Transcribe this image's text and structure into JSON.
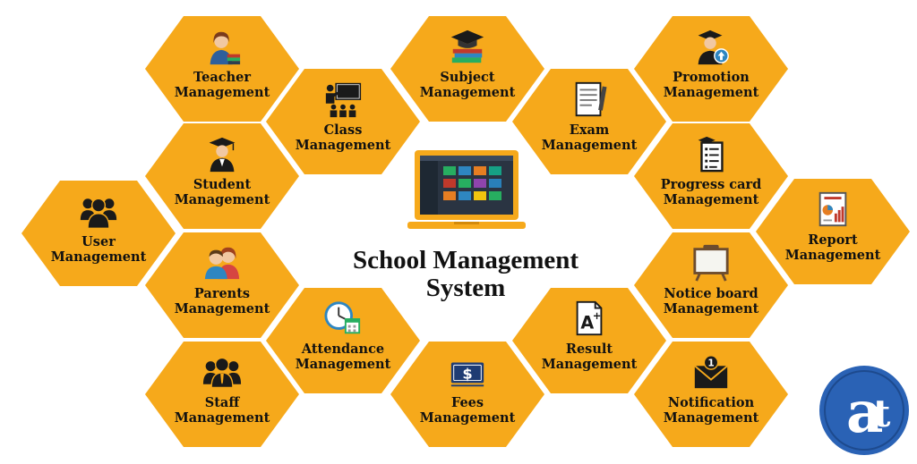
{
  "title": {
    "line1": "School Management",
    "line2": "System"
  },
  "laptop_icon": "laptop-dashboard-icon",
  "logo_icon": "at-logo-icon",
  "colors": {
    "hex_fill": "#f6a91b",
    "text": "#111111",
    "icon_dark": "#1a1a1a",
    "logo_blue": "#2a62b5"
  },
  "modules": [
    {
      "id": "teacher",
      "line1": "Teacher",
      "line2": "Management",
      "icon": "teacher-icon"
    },
    {
      "id": "class",
      "line1": "Class",
      "line2": "Management",
      "icon": "classroom-icon"
    },
    {
      "id": "subject",
      "line1": "Subject",
      "line2": "Management",
      "icon": "books-graduation-cap-icon"
    },
    {
      "id": "exam",
      "line1": "Exam",
      "line2": "Management",
      "icon": "exam-paper-icon"
    },
    {
      "id": "promotion",
      "line1": "Promotion",
      "line2": "Management",
      "icon": "graduate-upgrade-icon"
    },
    {
      "id": "student",
      "line1": "Student",
      "line2": "Management",
      "icon": "student-graduate-icon"
    },
    {
      "id": "user",
      "line1": "User",
      "line2": "Management",
      "icon": "users-group-icon"
    },
    {
      "id": "parents",
      "line1": "Parents",
      "line2": "Management",
      "icon": "parents-icon"
    },
    {
      "id": "progress",
      "line1": "Progress card",
      "line2": "Management",
      "icon": "progress-card-icon"
    },
    {
      "id": "report",
      "line1": "Report",
      "line2": "Management",
      "icon": "report-chart-icon"
    },
    {
      "id": "notice",
      "line1": "Notice board",
      "line2": "Management",
      "icon": "notice-board-icon"
    },
    {
      "id": "attendance",
      "line1": "Attendance",
      "line2": "Management",
      "icon": "clock-calendar-icon"
    },
    {
      "id": "result",
      "line1": "Result",
      "line2": "Management",
      "icon": "grade-a-plus-icon"
    },
    {
      "id": "staff",
      "line1": "Staff",
      "line2": "Management",
      "icon": "staff-group-icon"
    },
    {
      "id": "fees",
      "line1": "Fees",
      "line2": "Management",
      "icon": "dollar-bill-icon"
    },
    {
      "id": "notification",
      "line1": "Notification",
      "line2": "Management",
      "icon": "notification-envelope-icon"
    }
  ]
}
